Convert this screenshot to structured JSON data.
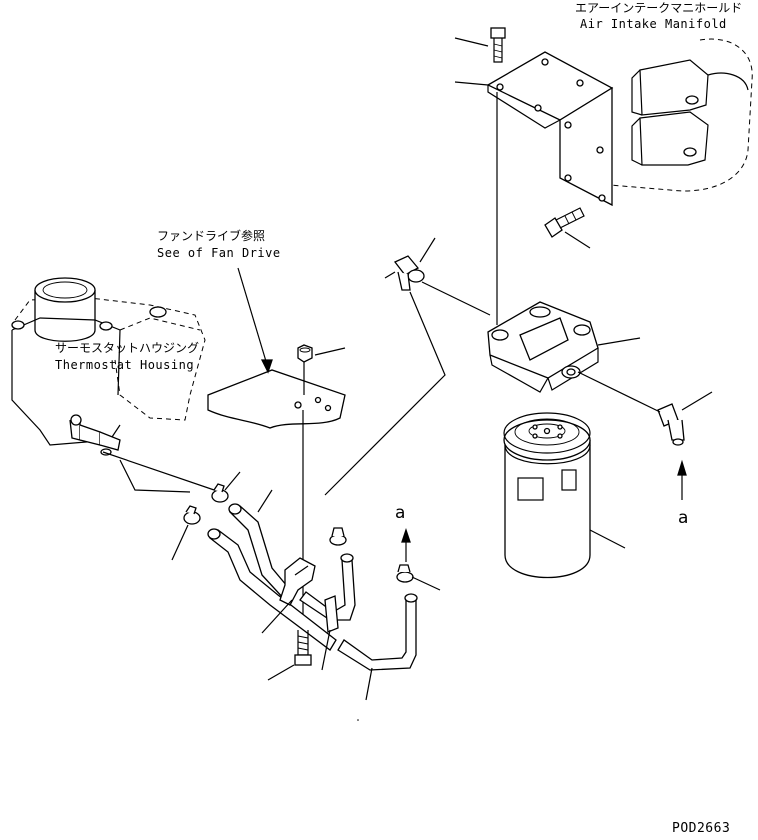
{
  "labels": {
    "manifold_jp": "エアーインテークマニホールド",
    "manifold_en": "Air Intake Manifold",
    "fan_drive_jp": "ファンドライブ参照",
    "fan_drive_en": "See of Fan Drive",
    "thermostat_jp": "サーモスタットハウジング",
    "thermostat_en": "Thermostat Housing",
    "view_a_left": "a",
    "view_a_right": "a",
    "drawing_number": "POD2663"
  }
}
